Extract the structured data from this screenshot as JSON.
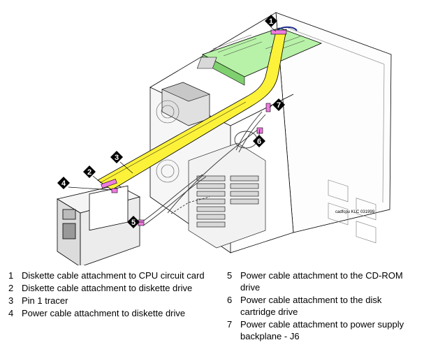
{
  "figure_id": "cadfcpu KLC 031999",
  "callouts": [
    "1",
    "2",
    "3",
    "4",
    "5",
    "6",
    "7"
  ],
  "legend": {
    "left": [
      {
        "num": "1",
        "text": "Diskette cable attachment to CPU circuit card"
      },
      {
        "num": "2",
        "text": "Diskette cable attachment to diskette drive"
      },
      {
        "num": "3",
        "text": "Pin 1 tracer"
      },
      {
        "num": "4",
        "text": "Power cable attachment to diskette drive"
      }
    ],
    "right": [
      {
        "num": "5",
        "text": "Power cable attachment to the CD-ROM drive"
      },
      {
        "num": "6",
        "text": "Power cable attachment to the disk cartridge drive"
      },
      {
        "num": "7",
        "text": "Power cable attachment to power supply backplane - J6"
      }
    ]
  },
  "colors": {
    "ribbon_cable": "#fdf23a",
    "circuit_board": "#b8f2a8",
    "connector": "#ee7ce0",
    "outline": "#000000"
  }
}
